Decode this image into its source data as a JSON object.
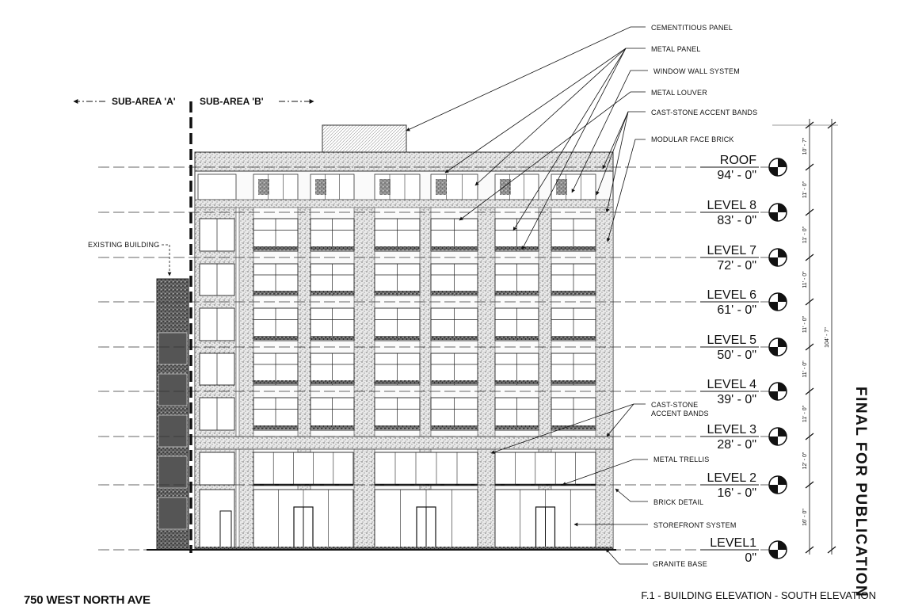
{
  "project": {
    "name": "750 WEST NORTH AVE"
  },
  "sheet": {
    "title": "F.1 - BUILDING ELEVATION - SOUTH ELEVATION"
  },
  "stamp": {
    "text": "FINAL FOR PUBLICATION"
  },
  "sub_areas": {
    "a": "SUB-AREA 'A'",
    "b": "SUB-AREA 'B'"
  },
  "existing_building": "EXISTING BUILDING",
  "callouts": {
    "cementitious_panel": "CEMENTITIOUS PANEL",
    "metal_panel": "METAL PANEL",
    "window_wall": "WINDOW WALL SYSTEM",
    "metal_louver": "METAL LOUVER",
    "cast_stone_top": "CAST-STONE ACCENT BANDS",
    "modular_brick": "MODULAR FACE BRICK",
    "cast_stone_mid_1": "CAST-STONE",
    "cast_stone_mid_2": "ACCENT BANDS",
    "metal_trellis": "METAL TRELLIS",
    "brick_detail": "BRICK DETAIL",
    "storefront": "STOREFRONT SYSTEM",
    "granite_base": "GRANITE BASE"
  },
  "levels": [
    {
      "name": "ROOF",
      "elevation": "94' - 0\""
    },
    {
      "name": "LEVEL 8",
      "elevation": "83' - 0\""
    },
    {
      "name": "LEVEL 7",
      "elevation": "72' - 0\""
    },
    {
      "name": "LEVEL 6",
      "elevation": "61' - 0\""
    },
    {
      "name": "LEVEL 5",
      "elevation": "50' - 0\""
    },
    {
      "name": "LEVEL 4",
      "elevation": "39' - 0\""
    },
    {
      "name": "LEVEL 3",
      "elevation": "28' - 0\""
    },
    {
      "name": "LEVEL 2",
      "elevation": "16' - 0\""
    },
    {
      "name": "LEVEL1",
      "elevation": "0\""
    }
  ],
  "floor_dims": [
    "10' - 7\"",
    "11' - 0\"",
    "11' - 0\"",
    "11' - 0\"",
    "11' - 0\"",
    "11' - 0\"",
    "11' - 0\"",
    "12' - 0\"",
    "16' - 0\""
  ],
  "overall_dim": "104' - 7\""
}
